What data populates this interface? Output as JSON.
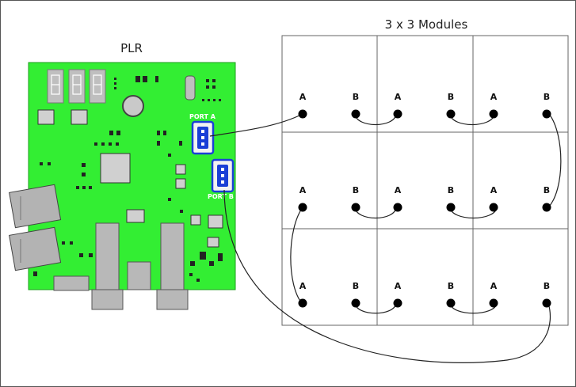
{
  "board": {
    "title": "PLR",
    "port_a_label": "PORT A",
    "port_b_label": "PORT B",
    "board_color": "#33ee33"
  },
  "modules": {
    "title": "3 x 3 Modules",
    "rows": 3,
    "cols": 3,
    "port_labels": [
      "A",
      "B"
    ]
  },
  "colors": {
    "frame": "#555555",
    "module_grid": "#666666",
    "cable": "#222222",
    "port_highlight": "#1a3fd6"
  }
}
